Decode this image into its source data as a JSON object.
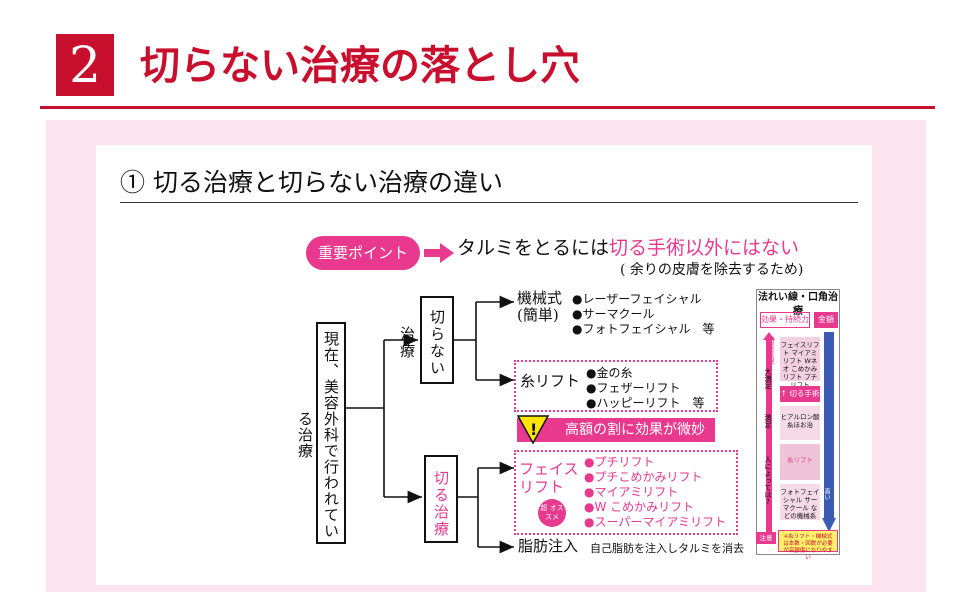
{
  "header": {
    "number": "2",
    "title": "切らない治療の落とし穴"
  },
  "section": {
    "subtitle": "① 切る治療と切らない治療の違い"
  },
  "key_point": {
    "pill": "重要ポイント",
    "message_pre": "タルミをとるには",
    "message_emphasis": "切る手術以外にはない",
    "note": "( 余りの皮膚を除去するため)"
  },
  "tree": {
    "root": "現在、美容外科で行われている治療",
    "no_cut": "切らない治療",
    "cut": "切る治療",
    "machine": {
      "label": "機械式 (簡単)",
      "items": [
        "●レーザーフェイシャル",
        "●サーマクール",
        "●フォトフェイシャル　等"
      ]
    },
    "thread": {
      "label": "糸リフト",
      "items": [
        "●金の糸",
        "●フェザーリフト",
        "●ハッピーリフト　等"
      ]
    },
    "warning": {
      "mark": "!",
      "text": "高額の割に効果が微妙"
    },
    "face_lift": {
      "label": "フェイス リフト",
      "recommend": "超 オススメ",
      "items": [
        "●プチリフト",
        "●プチこめかみリフト",
        "●マイアミリフト",
        "●W こめかみリフト",
        "●スーパーマイアミリフト"
      ]
    },
    "fat": {
      "label": "脂肪注入",
      "desc": "自己脂肪を注入しタルミを消去"
    }
  },
  "side_chart": {
    "title": "法れい線・口角治療",
    "effect_tag": "効果・持続力",
    "cost_tag": "金額",
    "result_focus": "結果重視",
    "great": "大満足",
    "satisfied": "満足",
    "depends": "人によっては?",
    "zone_face": "フェイスリフト マイアミリフト Wネオ こめかみリフト プチリフト",
    "zone_cut": "↑ 切る手術",
    "zone_hyal": "ヒアルロン酸 糸ほお治",
    "zone_thread": "糸リフト",
    "zone_photo": "フォトフェイシャル サーマクール などの機械系",
    "low": "高い",
    "note_tag": "注意",
    "note": "※糸リフト・機械式は本数・回数が必要が高額傷になりやすい"
  },
  "colors": {
    "brand_red": "#c8102e",
    "accent_pink": "#e8398f",
    "panel_pink": "#fbe4ef"
  }
}
